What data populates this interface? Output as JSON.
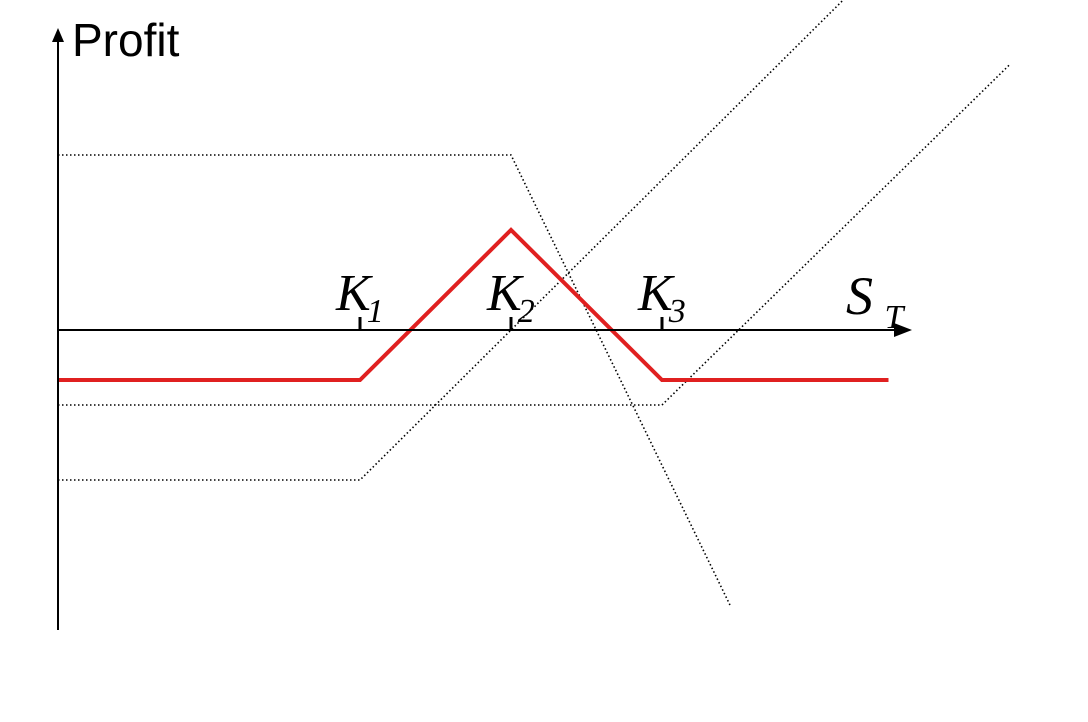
{
  "chart_data": {
    "type": "line",
    "title": "",
    "ylabel": "Profit",
    "xlabel": {
      "base": "S",
      "sub": "T"
    },
    "x_range": [
      0,
      6.1
    ],
    "y_range": [
      -3.2,
      3.4
    ],
    "grid": false,
    "legend": "none",
    "strikes": [
      {
        "base": "K",
        "sub": "1",
        "x": 2
      },
      {
        "base": "K",
        "sub": "2",
        "x": 3
      },
      {
        "base": "K",
        "sub": "3",
        "x": 4
      }
    ],
    "series": [
      {
        "style": "solid",
        "color": "#e02020",
        "points": [
          [
            0,
            -0.5
          ],
          [
            2,
            -0.5
          ],
          [
            3,
            1.0
          ],
          [
            4,
            -0.5
          ],
          [
            5.5,
            -0.5
          ]
        ]
      },
      {
        "style": "dotted",
        "color": "#000000",
        "points": [
          [
            0,
            -1.5
          ],
          [
            2,
            -1.5
          ],
          [
            5.2,
            3.3
          ]
        ]
      },
      {
        "style": "dotted",
        "color": "#000000",
        "points": [
          [
            0,
            -0.75
          ],
          [
            4,
            -0.75
          ],
          [
            6.3,
            2.65
          ]
        ]
      },
      {
        "style": "dotted",
        "color": "#000000",
        "points": [
          [
            0,
            1.75
          ],
          [
            3,
            1.75
          ],
          [
            4.45,
            -2.75
          ]
        ]
      }
    ]
  }
}
